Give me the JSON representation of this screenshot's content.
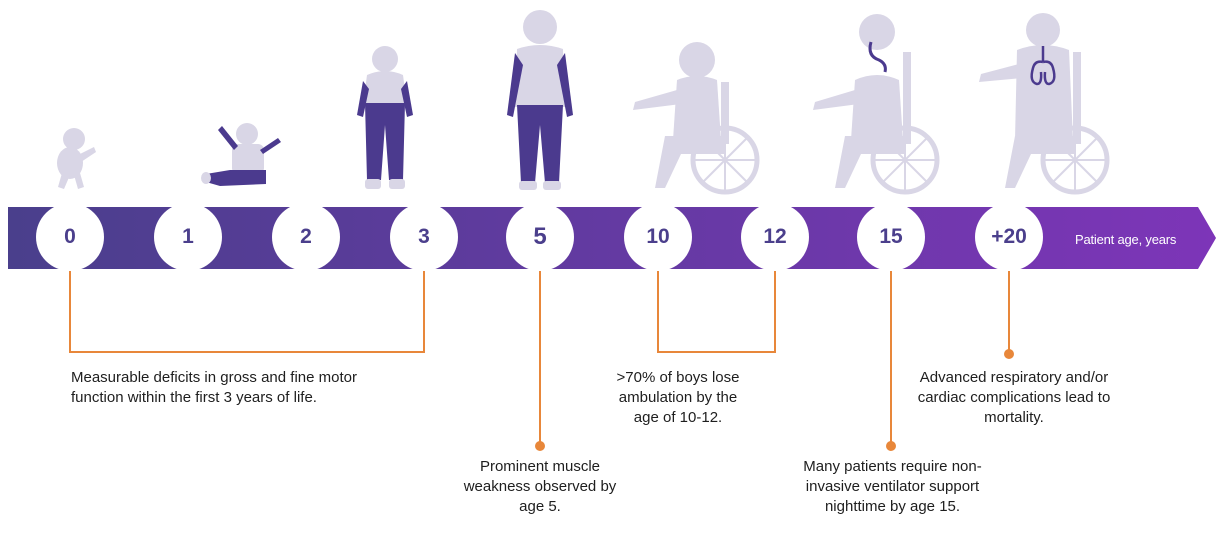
{
  "timeline": {
    "axis_label": "Patient age, years",
    "ages": [
      "0",
      "1",
      "2",
      "3",
      "5",
      "10",
      "12",
      "15",
      "+20"
    ]
  },
  "annotations": {
    "motor": "Measurable deficits in gross and fine motor function within the first 3 years of life.",
    "weakness": "Prominent muscle weakness observed by age 5.",
    "ambulation": ">70% of boys lose ambulation by the age of 10-12.",
    "ventilator": "Many patients require non-invasive ventilator support nighttime by age 15.",
    "mortality": "Advanced respiratory and/or cardiac complications lead to mortality."
  },
  "colors": {
    "bar_start": "#4a3f8c",
    "bar_end": "#7d35b8",
    "figure": "#d9d6e6",
    "pants": "#4b3a8e",
    "connector": "#e8873a"
  },
  "figures": [
    "newborn-figure",
    "baby-figure",
    "toddler-figure",
    "child-figure",
    "wheelchair-figure",
    "wheelchair-ventilator-figure",
    "wheelchair-lungs-figure"
  ]
}
